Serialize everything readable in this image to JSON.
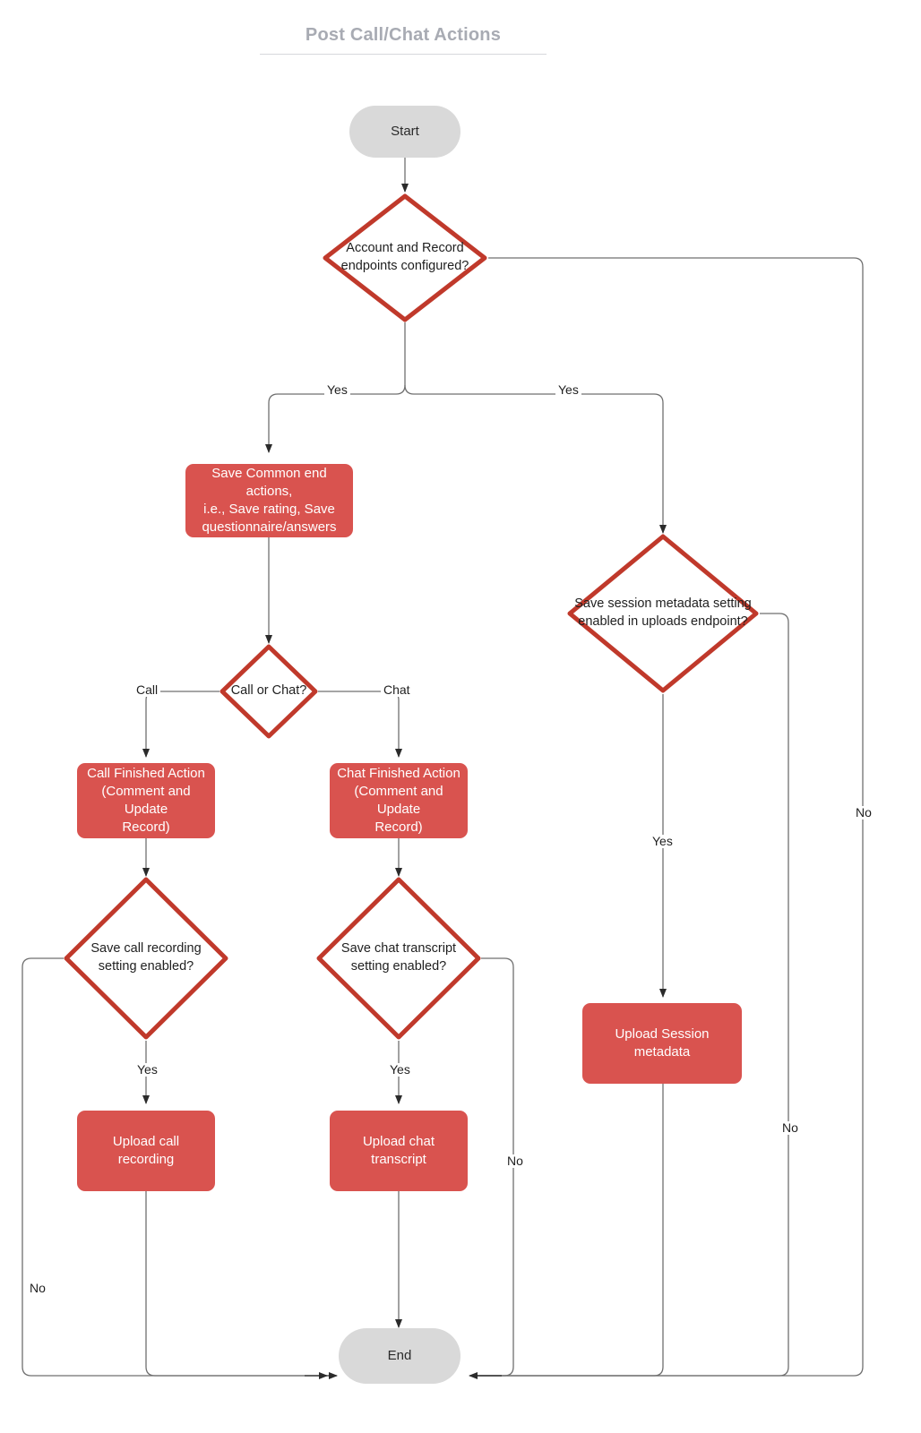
{
  "title": "Post Call/Chat Actions",
  "colors": {
    "process_fill": "#d9534f",
    "decision_stroke": "#c0392b",
    "terminal_fill": "#d9d9d9",
    "edge_stroke": "#5c5c5c",
    "title_text": "#a8abb3",
    "background": "#ffffff"
  },
  "diagram": {
    "type": "flowchart",
    "nodes": [
      {
        "id": "start",
        "shape": "terminal",
        "label": "Start"
      },
      {
        "id": "d_endpoints",
        "shape": "decision",
        "label": "Account and Record\nendpoints configured?"
      },
      {
        "id": "p_common",
        "shape": "process",
        "label": "Save Common end actions,\ni.e., Save rating, Save\nquestionnaire/answers"
      },
      {
        "id": "d_call_or_chat",
        "shape": "decision",
        "label": "Call or Chat?"
      },
      {
        "id": "p_call_finished",
        "shape": "process",
        "label": "Call Finished Action\n(Comment and Update\nRecord)"
      },
      {
        "id": "p_chat_finished",
        "shape": "process",
        "label": "Chat Finished Action\n(Comment and Update\nRecord)"
      },
      {
        "id": "d_call_rec",
        "shape": "decision",
        "label": "Save call recording\nsetting enabled?"
      },
      {
        "id": "d_chat_trans",
        "shape": "decision",
        "label": "Save chat transcript\nsetting enabled?"
      },
      {
        "id": "p_upload_call",
        "shape": "process",
        "label": "Upload call recording"
      },
      {
        "id": "p_upload_chat",
        "shape": "process",
        "label": "Upload chat transcript"
      },
      {
        "id": "d_session_meta",
        "shape": "decision",
        "label": "Save session metadata setting\nenabled in uploads endpoint?"
      },
      {
        "id": "p_upload_meta",
        "shape": "process",
        "label": "Upload Session metadata"
      },
      {
        "id": "end",
        "shape": "terminal",
        "label": "End"
      }
    ],
    "edges": [
      {
        "from": "start",
        "to": "d_endpoints",
        "label": ""
      },
      {
        "from": "d_endpoints",
        "to": "p_common",
        "label": "Yes"
      },
      {
        "from": "d_endpoints",
        "to": "d_session_meta",
        "label": "Yes"
      },
      {
        "from": "d_endpoints",
        "to": "end",
        "label": "No"
      },
      {
        "from": "p_common",
        "to": "d_call_or_chat",
        "label": ""
      },
      {
        "from": "d_call_or_chat",
        "to": "p_call_finished",
        "label": "Call"
      },
      {
        "from": "d_call_or_chat",
        "to": "p_chat_finished",
        "label": "Chat"
      },
      {
        "from": "p_call_finished",
        "to": "d_call_rec",
        "label": ""
      },
      {
        "from": "p_chat_finished",
        "to": "d_chat_trans",
        "label": ""
      },
      {
        "from": "d_call_rec",
        "to": "p_upload_call",
        "label": "Yes"
      },
      {
        "from": "d_call_rec",
        "to": "end",
        "label": "No"
      },
      {
        "from": "d_chat_trans",
        "to": "p_upload_chat",
        "label": "Yes"
      },
      {
        "from": "d_chat_trans",
        "to": "end",
        "label": "No"
      },
      {
        "from": "p_upload_call",
        "to": "end",
        "label": ""
      },
      {
        "from": "p_upload_chat",
        "to": "end",
        "label": ""
      },
      {
        "from": "d_session_meta",
        "to": "p_upload_meta",
        "label": "Yes"
      },
      {
        "from": "d_session_meta",
        "to": "end",
        "label": "No"
      },
      {
        "from": "p_upload_meta",
        "to": "end",
        "label": ""
      }
    ]
  },
  "edge_labels": {
    "yes_left": "Yes",
    "yes_right": "Yes",
    "call": "Call",
    "chat": "Chat",
    "yes_call_rec": "Yes",
    "yes_chat_trans": "Yes",
    "yes_session_meta": "Yes",
    "no_chat_trans": "No",
    "no_session_meta": "No",
    "no_endpoints": "No",
    "no_call_rec": "No"
  }
}
